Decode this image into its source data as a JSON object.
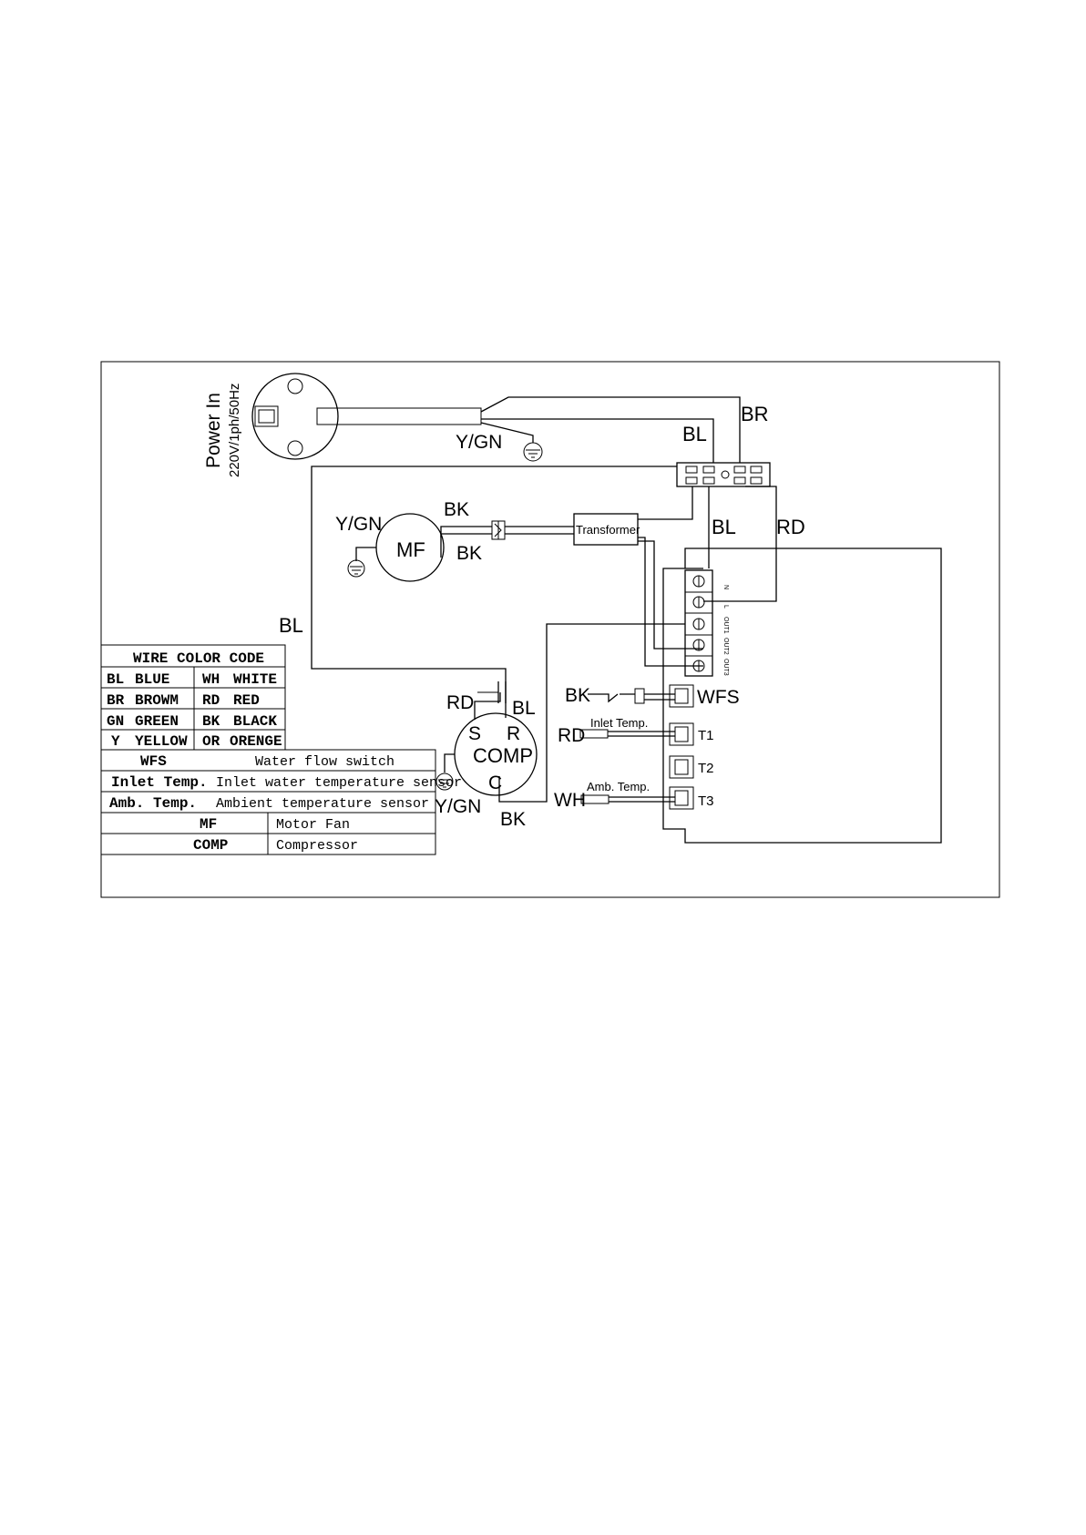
{
  "power": {
    "title": "Power In",
    "spec": "220V/1ph/50Hz"
  },
  "wire_labels": {
    "ygn_plug": "Y/GN",
    "br_top": "BR",
    "bl_top": "BL",
    "ygn_fan": "Y/GN",
    "bk_fan_1": "BK",
    "bk_fan_2": "BK",
    "bl_mid": "BL",
    "rd_mid": "RD",
    "bl_left": "BL",
    "rd_comp": "RD",
    "bl_comp": "BL",
    "ygn_comp": "Y/GN",
    "bk_comp": "BK"
  },
  "components": {
    "fan": "MF",
    "transformer": "Transformer",
    "comp_s": "S",
    "comp_r": "R",
    "comp_name": "COMP",
    "comp_c": "C"
  },
  "terminals": [
    "N",
    "L",
    "OUT1",
    "OUT2",
    "OUT3"
  ],
  "sensors": {
    "wfs_wire": "BK",
    "wfs": "WFS",
    "inlet_label": "Inlet Temp.",
    "inlet_wire": "RD",
    "t1": "T1",
    "t2": "T2",
    "amb_label": "Amb. Temp.",
    "amb_wire": "WH",
    "t3": "T3"
  },
  "legend": {
    "title": "WIRE COLOR CODE",
    "colors": [
      {
        "code": "BL",
        "name": "BLUE",
        "code2": "WH",
        "name2": "WHITE"
      },
      {
        "code": "BR",
        "name": "BROWM",
        "code2": "RD",
        "name2": "RED"
      },
      {
        "code": "GN",
        "name": "GREEN",
        "code2": "BK",
        "name2": "BLACK"
      },
      {
        "code": "Y",
        "name": "YELLOW",
        "code2": "OR",
        "name2": "ORENGE"
      }
    ],
    "abbreviations": [
      {
        "abbr": "WFS",
        "desc": "Water flow switch"
      },
      {
        "abbr": "Inlet Temp.",
        "desc": "Inlet water temperature sensor"
      },
      {
        "abbr": "Amb. Temp.",
        "desc": "Ambient temperature sensor"
      },
      {
        "abbr": "MF",
        "desc": "Motor Fan"
      },
      {
        "abbr": "COMP",
        "desc": "Compressor"
      }
    ]
  }
}
